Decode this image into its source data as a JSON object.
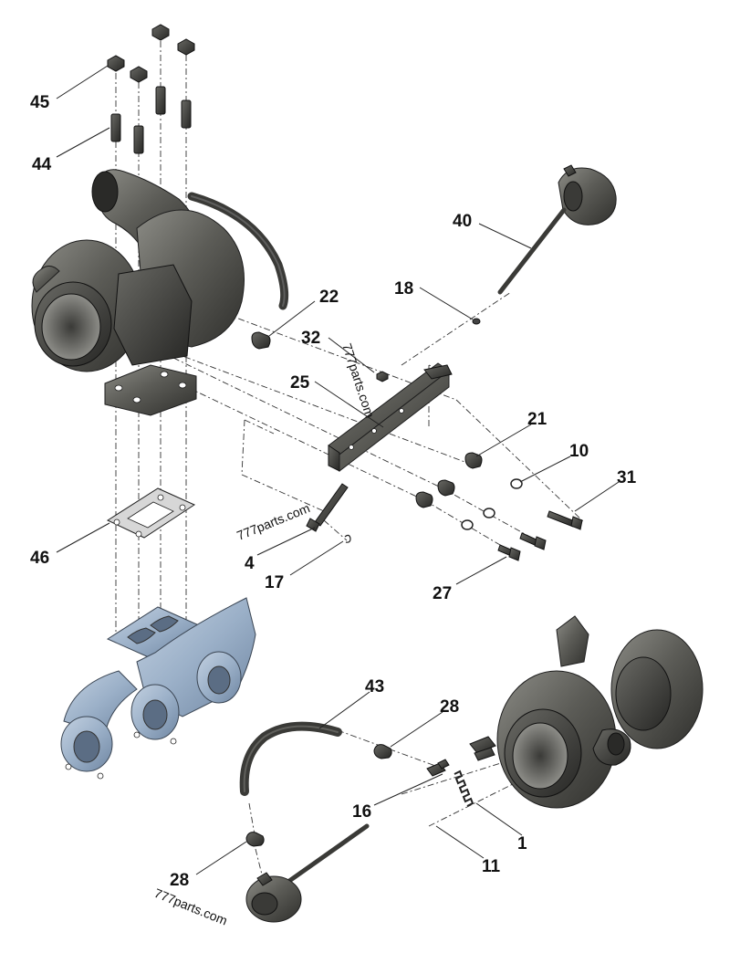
{
  "callouts": {
    "c45": "45",
    "c44": "44",
    "c40": "40",
    "c22": "22",
    "c18": "18",
    "c32": "32",
    "c25": "25",
    "c21": "21",
    "c10": "10",
    "c31": "31",
    "c46": "46",
    "c4": "4",
    "c17": "17",
    "c27": "27",
    "c43": "43",
    "c28a": "28",
    "c16": "16",
    "c1": "1",
    "c11": "11",
    "c28b": "28"
  },
  "watermarks": {
    "wm1": "777parts.com",
    "wm2": "777parts.com",
    "wm3": "777parts.com"
  },
  "colors": {
    "steel": "#5a5a56",
    "manifold_blue": "#9bb0c8",
    "text": "#111111"
  }
}
